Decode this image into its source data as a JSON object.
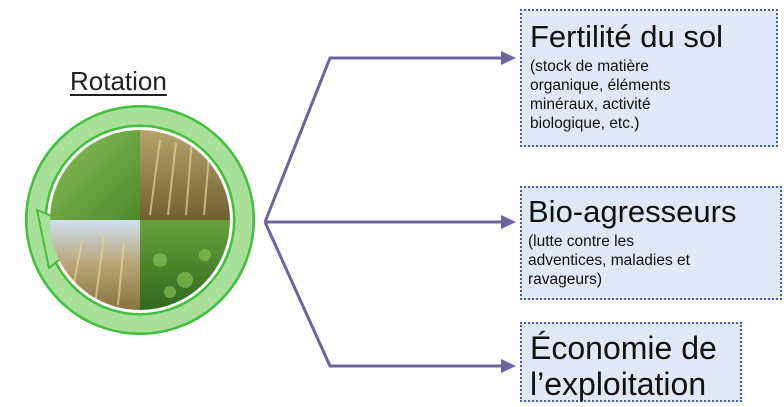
{
  "diagram": {
    "title": "Rotation",
    "targets": [
      {
        "heading": "Fertilité du sol",
        "detail": [
          "(stock de matière",
          "organique, éléments",
          "minéraux, activité",
          "biologique, etc.)"
        ]
      },
      {
        "heading": "Bio-agresseurs",
        "detail": [
          "(lutte contre les",
          "adventices, maladies et",
          "ravageurs)"
        ]
      },
      {
        "heading_lines": [
          "Économie de",
          "l’exploitation"
        ]
      }
    ],
    "colors": {
      "connector": "#6a669c",
      "ring": "#a8e09a",
      "ring_edge": "#3fbf3a",
      "box_fill": "#dfe9f7",
      "box_border": "#4a5f9a"
    }
  }
}
